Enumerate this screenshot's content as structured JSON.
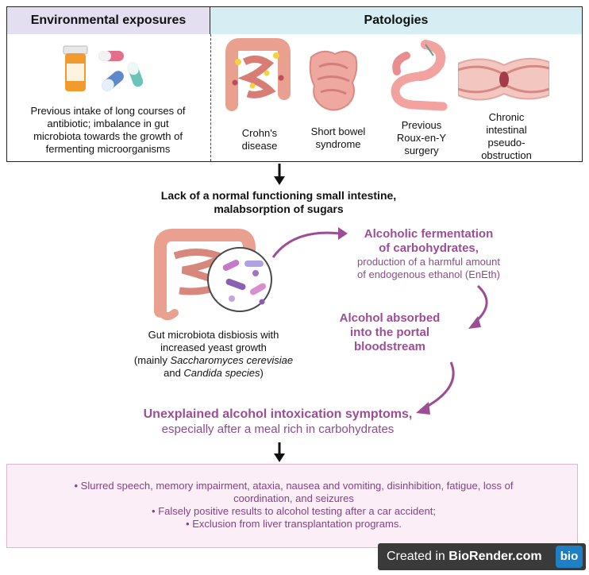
{
  "header": {
    "environmental": "Environmental exposures",
    "pathologies": "Patologies"
  },
  "environment": {
    "text": [
      "Previous intake of long courses of",
      "antibiotic; imbalance in gut",
      "microbiota towards the growth of",
      "fermenting microorganisms"
    ]
  },
  "pathologies": [
    {
      "label": [
        "Crohn's",
        "disease"
      ]
    },
    {
      "label": [
        "Short bowel",
        "syndrome"
      ]
    },
    {
      "label": [
        "Previous",
        "Roux-en-Y",
        "surgery"
      ]
    },
    {
      "label": [
        "Chronic",
        "intestinal",
        "pseudo-",
        "obstruction"
      ]
    }
  ],
  "lack": [
    "Lack of a normal functioning small intestine,",
    "malabsorption of sugars"
  ],
  "fermentation": {
    "title": [
      "Alcoholic fermentation",
      "of carbohydrates,"
    ],
    "body": [
      "production of a harmful amount",
      "of endogenous ethanol (EnEth)"
    ]
  },
  "microbiota": {
    "line1": "Gut microbiota disbiosis with",
    "line2": "increased yeast growth",
    "line3_a": "(mainly ",
    "line3_b": "Saccharomyces cerevisiae",
    "line4_a": "and ",
    "line4_b": "Candida species",
    "line4_c": ")"
  },
  "absorbed": [
    "Alcohol absorbed",
    "into the portal",
    "bloodstream"
  ],
  "symptoms": {
    "title": "Unexplained alcohol intoxication symptoms,",
    "subtitle": "especially after a meal rich in carbohydrates"
  },
  "bullets": [
    "•  Slurred speech, memory impairment, ataxia, nausea and vomiting, disinhibition, fatigue, loss of",
    "coordination, and seizures",
    "•  Falsely positive results  to alcohol testing after a car accident;",
    "•  Exclusion from liver transplantation programs."
  ],
  "badge": {
    "prefix": "Created in ",
    "brand": "BioRender.com",
    "logo": "bio"
  },
  "colors": {
    "accent": "#9c4d95",
    "env_header": "#e3dff0",
    "pat_header": "#d6eef3",
    "bottom_box": "#fbeef6"
  }
}
